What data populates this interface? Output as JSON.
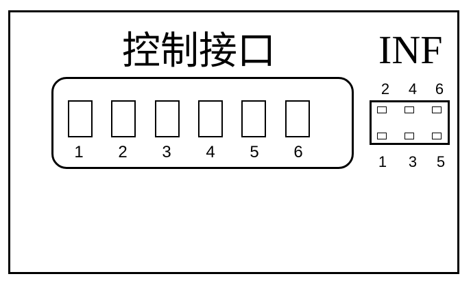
{
  "control_interface": {
    "title": "控制接口",
    "pins": [
      "1",
      "2",
      "3",
      "4",
      "5",
      "6"
    ]
  },
  "inf_connector": {
    "title": "INF",
    "top_labels": [
      "2",
      "4",
      "6"
    ],
    "bottom_labels": [
      "1",
      "3",
      "5"
    ]
  }
}
